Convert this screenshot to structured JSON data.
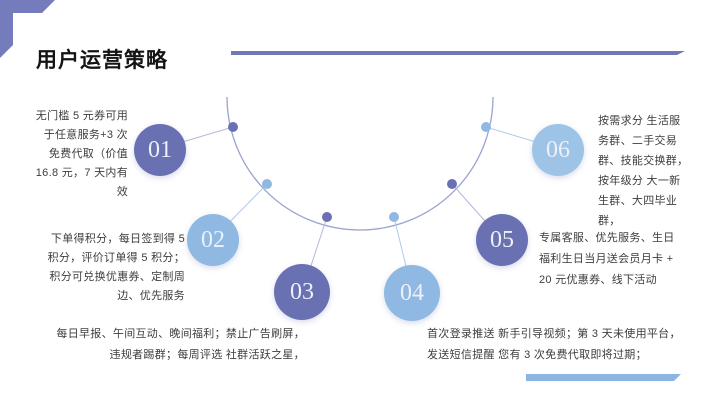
{
  "slide": {
    "title": "用户运营策略",
    "colors": {
      "accent_purple": "#6f77b8",
      "accent_blue": "#8cb5e2",
      "circle_dark": "#6a71b3",
      "circle_light": "#8fb9e2",
      "arc_line": "#9ba3cf",
      "text": "#3d3d3d"
    },
    "items": [
      {
        "num": "01",
        "text": "无门槛 5 元券可用\n于任意服务+3 次\n免费代取（价值\n16.8 元，7 天内有\n效"
      },
      {
        "num": "02",
        "text": "下单得积分，每日签到得 5\n积分，评价订单得 5 积分；\n积分可兑换优惠券、定制周\n边、优先服务"
      },
      {
        "num": "03",
        "text": "每日早报、午间互动、晚间福利；禁止广告刷屏，\n违规者踢群；每周评选 社群活跃之星，"
      },
      {
        "num": "04",
        "text": "首次登录推送 新手引导视频；第 3 天未使用平台，\n发送短信提醒 您有 3 次免费代取即将过期；"
      },
      {
        "num": "05",
        "text": "专属客服、优先服务、生日\n福利生日当月送会员月卡 +\n20 元优惠券、线下活动"
      },
      {
        "num": "06",
        "text": "按需求分 生活服\n务群、二手交易\n群、技能交换群，\n按年级分 大一新\n生群、大四毕业\n群，"
      }
    ]
  }
}
